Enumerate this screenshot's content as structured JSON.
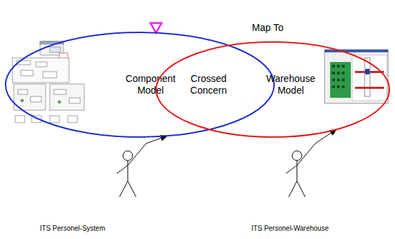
{
  "diagram": {
    "nodes": [
      {
        "text": [
          "Component Model"
        ]
      },
      {
        "text": [
          "Warehouse Model"
        ]
      },
      {
        "text": [
          "ITS Personel-System"
        ]
      },
      {
        "text": [
          "ITS Personel-Warehouse"
        ]
      }
    ],
    "edges": [
      {
        "from": 1,
        "to": 0,
        "label": "Map To",
        "arrow": "to"
      },
      {
        "from": 2,
        "to": 0,
        "arrow": "to"
      },
      {
        "from": 3,
        "to": 1,
        "arrow": "to"
      }
    ],
    "labels": [
      "Crossed Concern"
    ]
  }
}
